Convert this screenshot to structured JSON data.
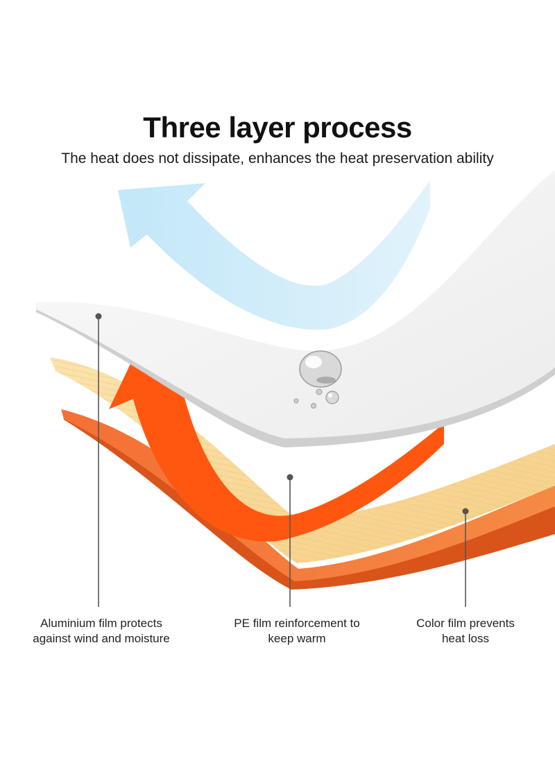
{
  "title": "Three layer process",
  "subtitle": "The heat does not dissipate, enhances the heat preservation ability",
  "colors": {
    "aluminium_layer": "#f3f3f3",
    "pe_layer": "#f7d99a",
    "color_layer": "#f27a38",
    "cold_arrow": "#bfe6f7",
    "heat_arrow": "#ff5a12",
    "leader_line": "#555555"
  },
  "icons": [
    "water-droplet-icon",
    "up-arrow-cold",
    "up-arrow-heat"
  ],
  "labels": [
    {
      "line1": "Aluminium film protects",
      "line2": "against wind and moisture"
    },
    {
      "line1": "PE film reinforcement to",
      "line2": "keep warm"
    },
    {
      "line1": "Color film prevents",
      "line2": "heat loss"
    }
  ]
}
